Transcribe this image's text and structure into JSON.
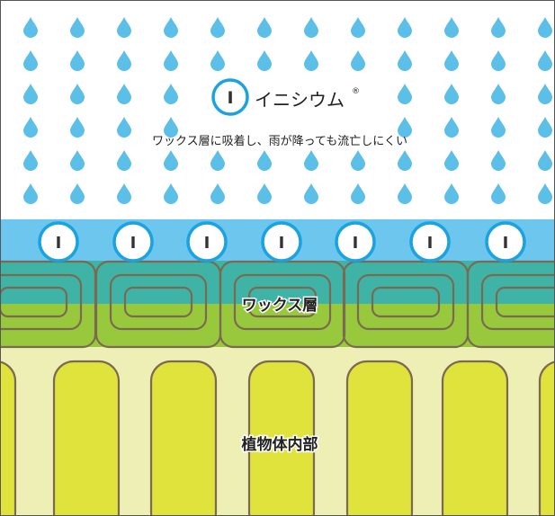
{
  "diagram": {
    "product": {
      "badge_letter": "I",
      "name": "イニシウム",
      "registered_mark": "®",
      "description": "ワックス層に吸着し、雨が降っても流亡しにくい"
    },
    "layers": {
      "ingredient_letter": "I",
      "wax_layer_label": "ワックス層",
      "plant_interior_label": "植物体内部"
    },
    "colors": {
      "rain_drop": "#5bbfe8",
      "adsorbed_band": "#6cc6ee",
      "teal_band": "#3fb3a6",
      "green_band": "#98c93c",
      "plant_background": "#eeefb4",
      "plant_cell": "#dfe33c",
      "cell_outline": "#7b6a52"
    }
  }
}
